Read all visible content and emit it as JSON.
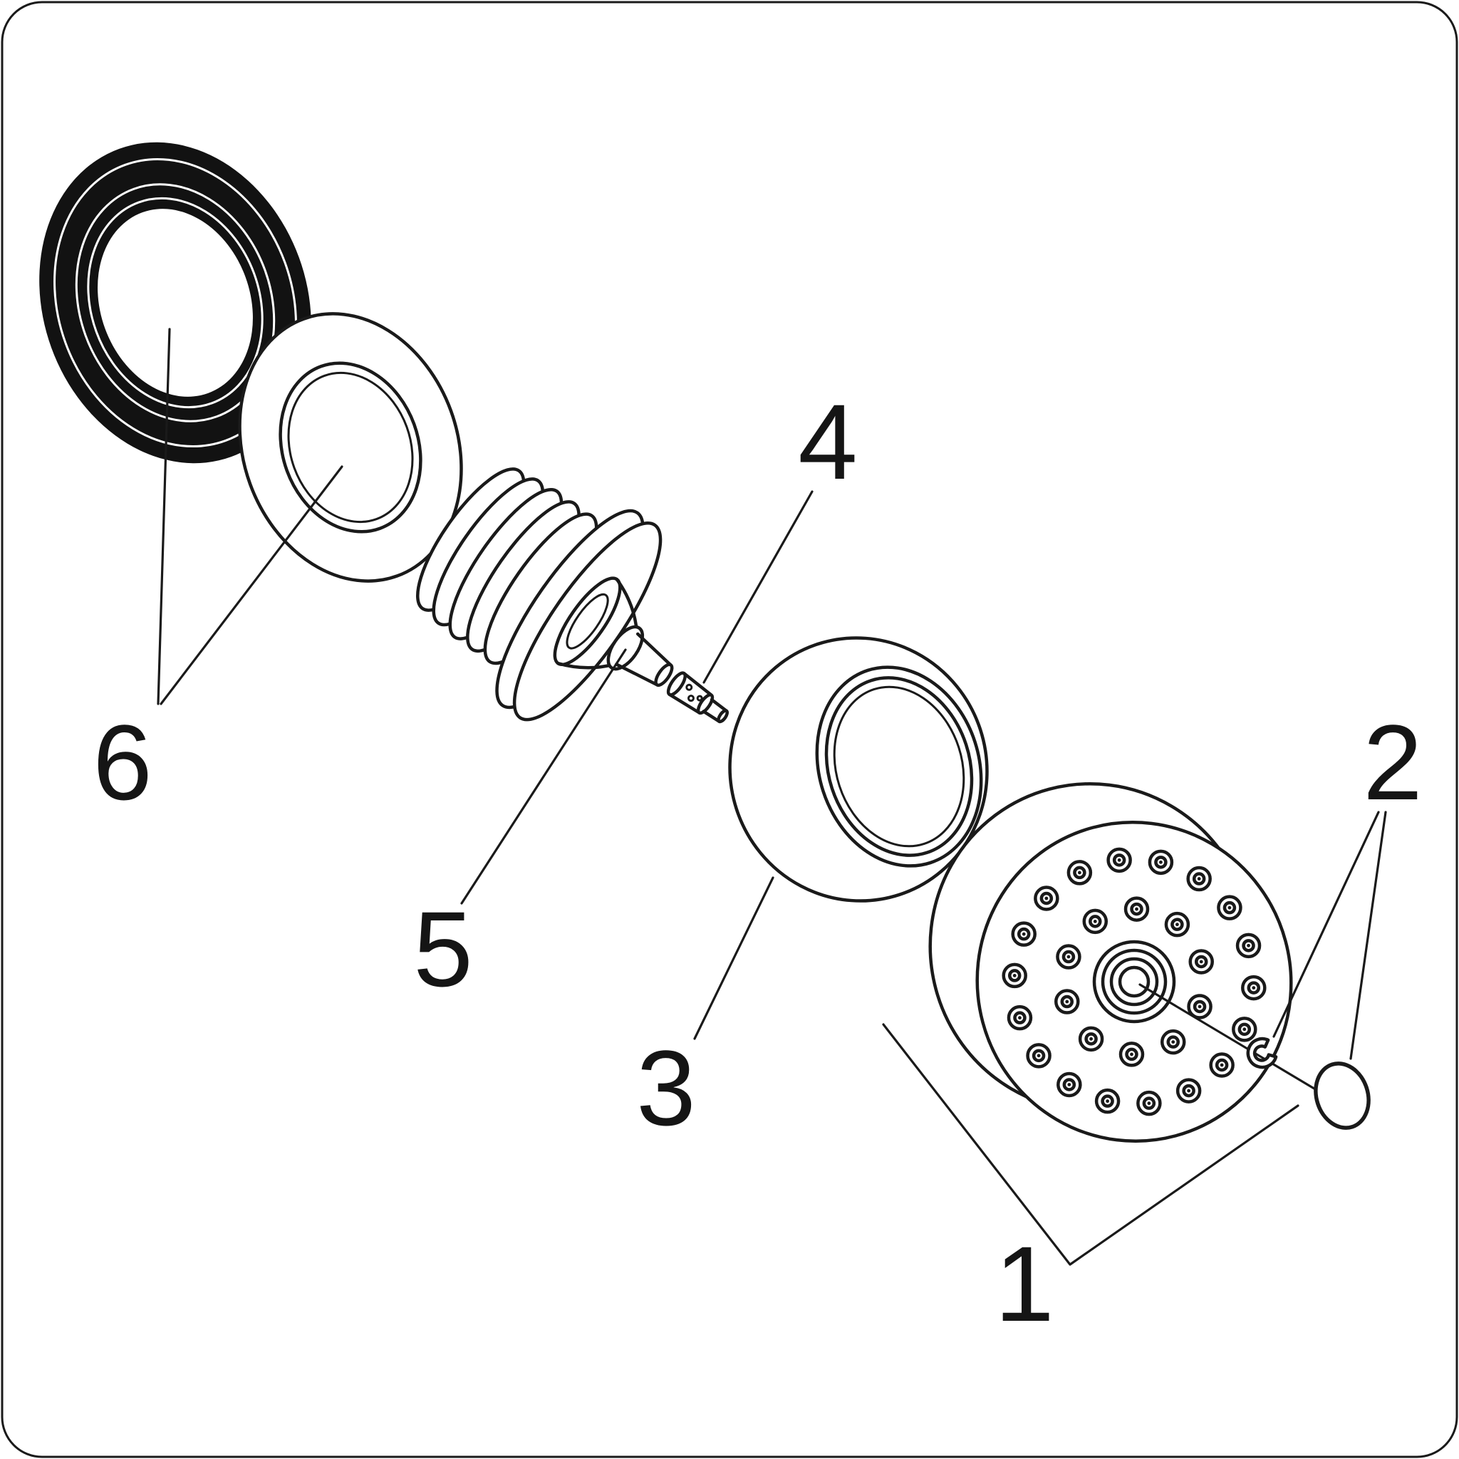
{
  "diagram": {
    "background_color": "#ffffff",
    "line_color": "#1a1a1a",
    "seal_fill_color": "#121212",
    "part_labels": [
      {
        "text": "1"
      },
      {
        "text": "2"
      },
      {
        "text": "3"
      },
      {
        "text": "4"
      },
      {
        "text": "5"
      },
      {
        "text": "6"
      }
    ]
  }
}
